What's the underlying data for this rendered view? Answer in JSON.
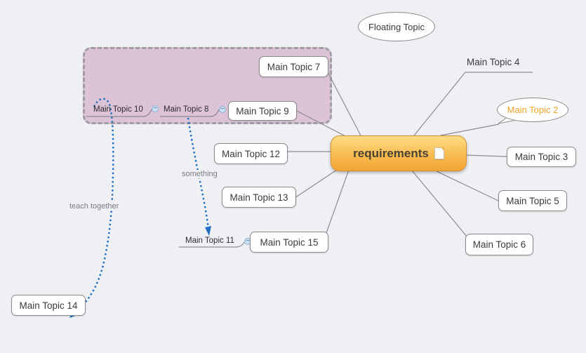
{
  "central_topic": {
    "label": "requirements"
  },
  "floating_topic": {
    "label": "Floating Topic"
  },
  "topics": {
    "topic2": {
      "label": "Main Topic 2"
    },
    "topic3": {
      "label": "Main Topic 3"
    },
    "topic4": {
      "label": "Main Topic 4"
    },
    "topic5": {
      "label": "Main Topic 5"
    },
    "topic6": {
      "label": "Main Topic 6"
    },
    "topic7": {
      "label": "Main Topic 7"
    },
    "topic8": {
      "label": "Main Topic 8"
    },
    "topic9": {
      "label": "Main Topic 9"
    },
    "topic10": {
      "label": "Main Topic 10"
    },
    "topic11": {
      "label": "Main Topic 11"
    },
    "topic12": {
      "label": "Main Topic 12"
    },
    "topic13": {
      "label": "Main Topic 13"
    },
    "topic14": {
      "label": "Main Topic 14"
    },
    "topic15": {
      "label": "Main Topic 15"
    }
  },
  "relationships": {
    "teach_together": {
      "label": "teach together"
    },
    "something": {
      "label": "something"
    }
  },
  "collapse_button": {
    "glyph": "−"
  },
  "icons": {
    "central_note": "notes-icon"
  },
  "colors": {
    "background": "#eef0f4",
    "central_fill_top": "#fddd85",
    "central_fill_bottom": "#f2a433",
    "central_border": "#d8922e",
    "central_text": "#4b4235",
    "boundary_fill": "#dcc3d8",
    "boundary_border": "#9e9ea2",
    "topic_border": "#8a8a8a",
    "topic_text": "#3b3b3b",
    "topic2_text": "#f2a329",
    "connector_line": "#8c8c8c",
    "relationship_line": "#1e6ec2",
    "relationship_label": "#7b7b7b"
  }
}
